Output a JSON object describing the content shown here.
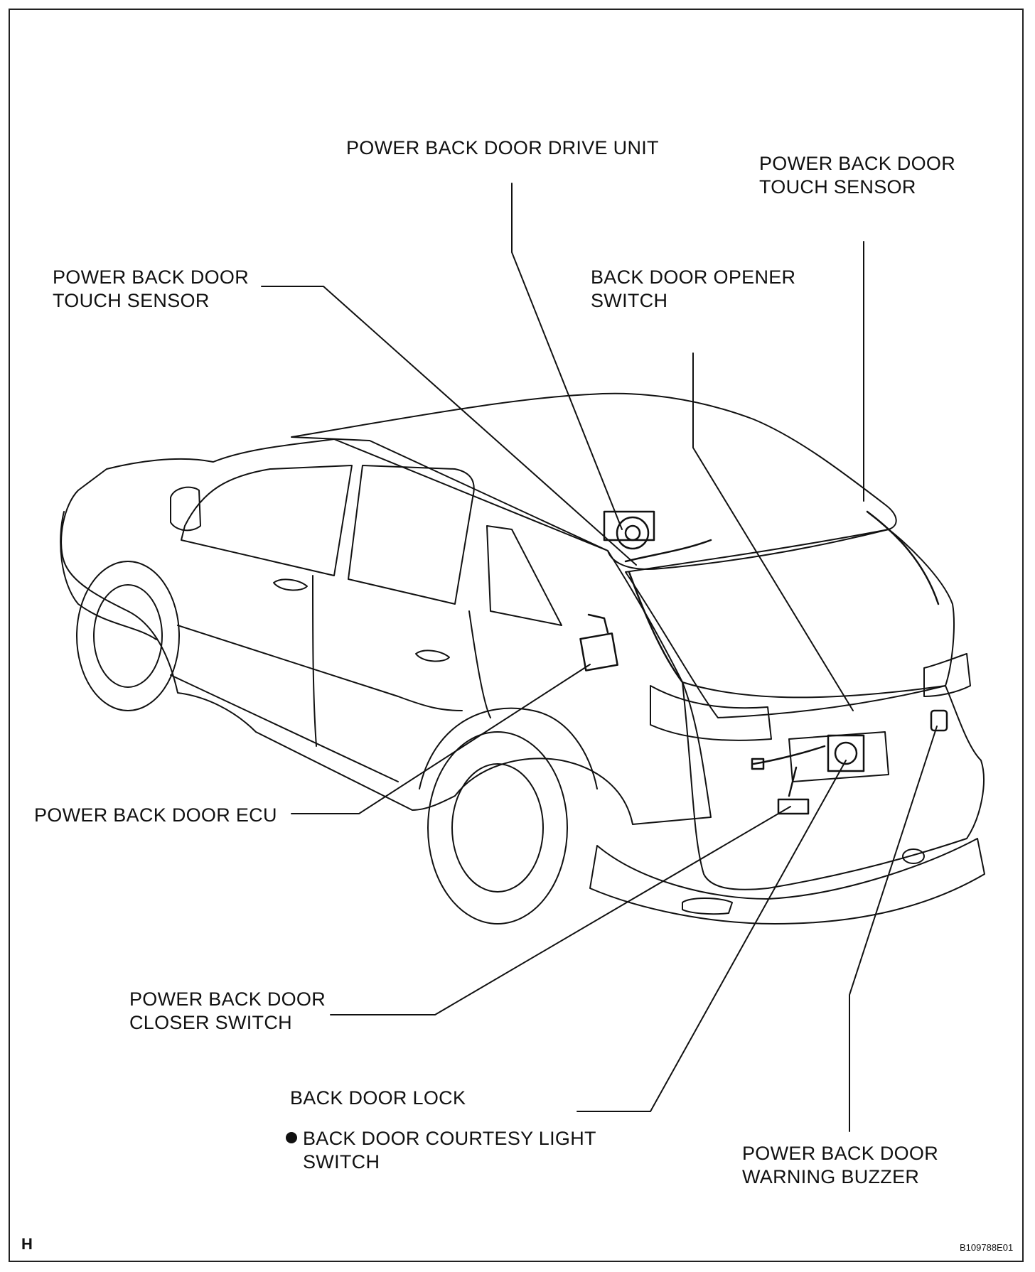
{
  "labels": {
    "drive_unit": "POWER BACK DOOR DRIVE UNIT",
    "touch_sensor_right_l1": "POWER BACK DOOR",
    "touch_sensor_right_l2": "TOUCH SENSOR",
    "touch_sensor_left_l1": "POWER BACK DOOR",
    "touch_sensor_left_l2": "TOUCH SENSOR",
    "opener_switch_l1": "BACK DOOR OPENER",
    "opener_switch_l2": "SWITCH",
    "ecu": "POWER BACK DOOR ECU",
    "closer_switch_l1": "POWER BACK DOOR",
    "closer_switch_l2": "CLOSER SWITCH",
    "door_lock": "BACK DOOR LOCK",
    "courtesy_switch_l1": "BACK DOOR COURTESY LIGHT",
    "courtesy_switch_l2": "SWITCH",
    "warning_buzzer_l1": "POWER BACK DOOR",
    "warning_buzzer_l2": "WARNING BUZZER"
  },
  "corner_letter": "H",
  "figure_code": "B109788E01"
}
